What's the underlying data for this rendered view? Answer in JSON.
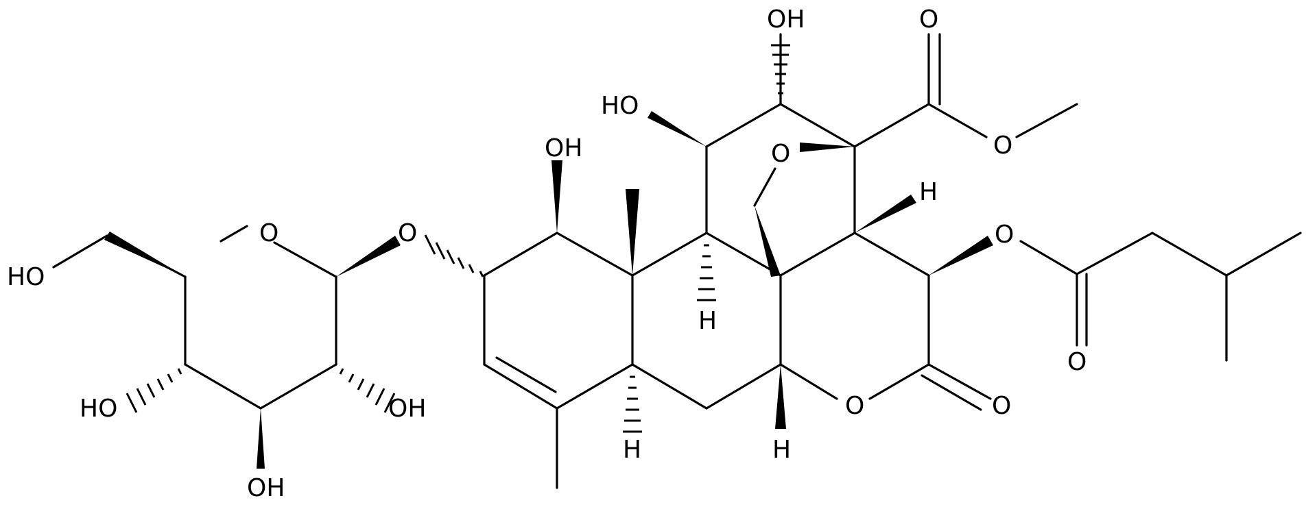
{
  "molecule": {
    "labels": {
      "ring_oxygen_glucose": "O",
      "glycosidic_oxygen": "O",
      "glucose_c6_hydroxyl": "HO",
      "glucose_c4_hydroxyl": "HO",
      "glucose_c2_hydroxyl": "OH",
      "glucose_c3_hydroxyl": "OH",
      "c1_hydroxyl": "OH",
      "c11_hydroxyl": "HO",
      "c12_hydroxyl": "OH",
      "bridge_oxygen": "O",
      "ester_carbonyl_oxygen": "O",
      "methyl_ester_oxygen": "O",
      "h_c13": "H",
      "acyloxy_oxygen": "O",
      "acyl_carbonyl_oxygen": "O",
      "h_c9": "H",
      "lactone_carbonyl_oxygen": "O",
      "lactone_ring_oxygen": "O",
      "h_c5": "H",
      "h_c7": "H"
    }
  }
}
